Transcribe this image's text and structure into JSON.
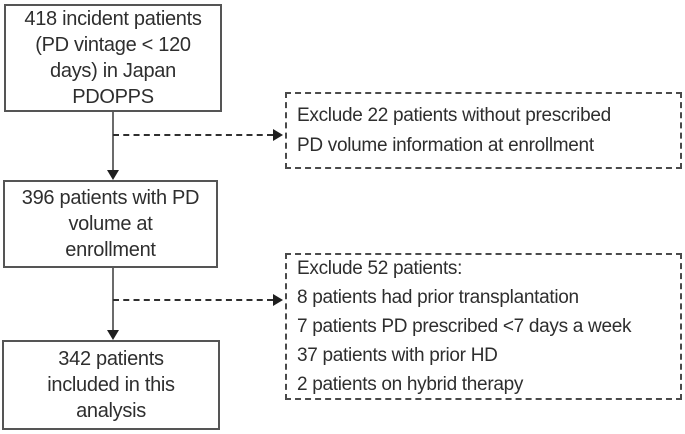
{
  "figure": {
    "type": "flowchart",
    "description": "Patient inclusion/exclusion flow diagram, Japan PDOPPS",
    "colors": {
      "background": "#ffffff",
      "box_border": "#555555",
      "dashed_border": "#4a4a4a",
      "text": "#2e2e2e",
      "arrow": "#1f1f1f"
    },
    "main_boxes": [
      {
        "id": "initial-cohort",
        "count": 418,
        "text": "418 incident patients\n(PD vintage < 120\ndays) in Japan\nPDOPPS"
      },
      {
        "id": "pd-volume-cohort",
        "count": 396,
        "text": "396 patients with PD\nvolume at\nenrollment"
      },
      {
        "id": "final-cohort",
        "count": 342,
        "text": "342 patients\nincluded in this\nanalysis"
      }
    ],
    "exclusion_boxes": [
      {
        "id": "exclude-22",
        "count": 22,
        "text": "Exclude 22 patients without prescribed\nPD volume information at enrollment"
      },
      {
        "id": "exclude-52",
        "count": 52,
        "text": "Exclude 52 patients:\n8 patients had prior transplantation\n7 patients PD prescribed <7 days a week\n37 patients with prior HD\n2 patients on hybrid therapy"
      }
    ],
    "connectors": [
      {
        "from": "initial-cohort",
        "to": "pd-volume-cohort",
        "style": "solid-down-arrow"
      },
      {
        "from": "pd-volume-cohort",
        "to": "final-cohort",
        "style": "solid-down-arrow"
      },
      {
        "from": "initial-cohort",
        "to": "exclude-22",
        "style": "dashed-right-arrow"
      },
      {
        "from": "pd-volume-cohort",
        "to": "exclude-52",
        "style": "dashed-right-arrow"
      }
    ]
  }
}
